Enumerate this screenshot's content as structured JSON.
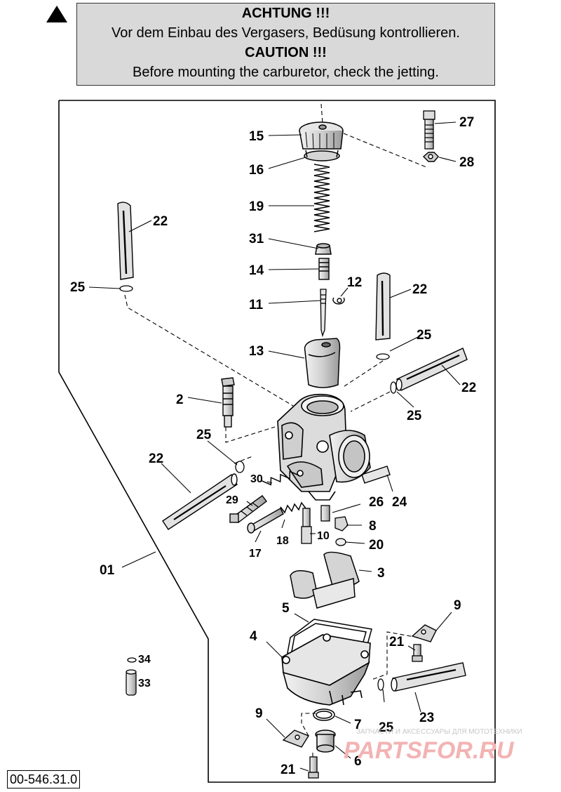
{
  "notice": {
    "de_heading": "ACHTUNG !!!",
    "de_text": "Vor dem Einbau des Vergasers, Bedüsung kontrollieren.",
    "en_heading": "CAUTION !!!",
    "en_text": "Before mounting the carburetor, check the jetting."
  },
  "document_number": "00-546.31.0",
  "callouts": {
    "c15": "15",
    "c16": "16",
    "c19": "19",
    "c31": "31",
    "c14": "14",
    "c11": "11",
    "c12": "12",
    "c13": "13",
    "c27": "27",
    "c28": "28",
    "c22a": "22",
    "c22b": "22",
    "c22c": "22",
    "c22d": "22",
    "c25a": "25",
    "c25b": "25",
    "c25c": "25",
    "c25d": "25",
    "c25e": "25",
    "c2": "2",
    "c30": "30",
    "c29": "29",
    "c26": "26",
    "c24": "24",
    "c17": "17",
    "c18": "18",
    "c10": "10",
    "c8": "8",
    "c20": "20",
    "c01": "01",
    "c3": "3",
    "c5": "5",
    "c4": "4",
    "c9a": "9",
    "c9b": "9",
    "c21a": "21",
    "c21b": "21",
    "c34": "34",
    "c33": "33",
    "c23": "23",
    "c7": "7",
    "c6": "6"
  },
  "watermark": {
    "small_text": "ЗАПЧАСТИ И АКСЕССУАРЫ ДЛЯ МОТОТЕХНИКИ",
    "logo_text": "PARTSFOR.RU"
  }
}
